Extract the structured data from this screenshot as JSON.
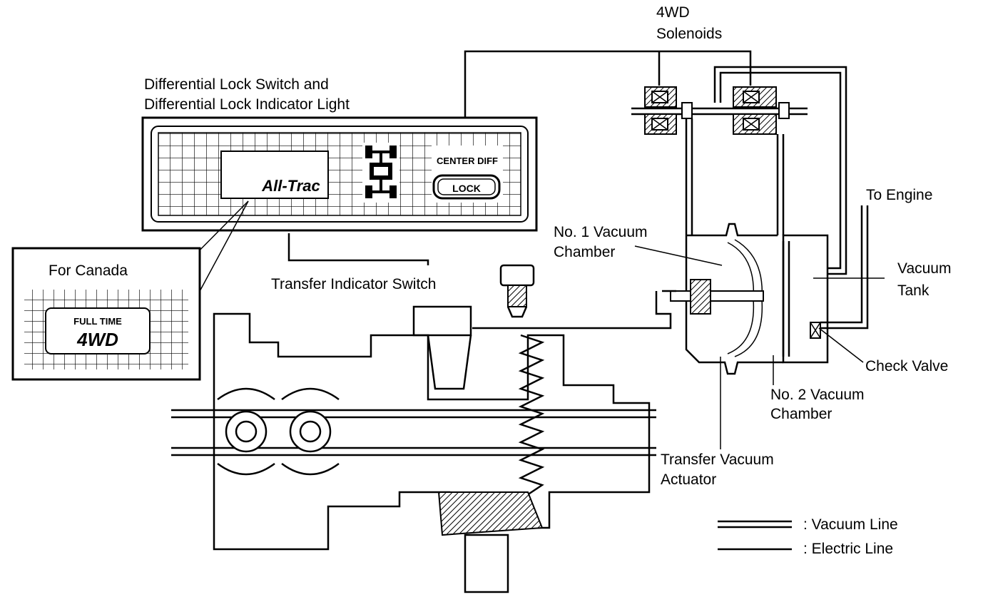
{
  "labels": {
    "solenoids_line1": "4WD",
    "solenoids_line2": "Solenoids",
    "diff_lock_line1": "Differential Lock Switch and",
    "diff_lock_line2": "Differential Lock Indicator Light",
    "for_canada": "For Canada",
    "transfer_indicator_switch": "Transfer Indicator Switch",
    "no1_chamber_line1": "No. 1 Vacuum",
    "no1_chamber_line2": "Chamber",
    "to_engine": "To Engine",
    "vacuum_tank_line1": "Vacuum",
    "vacuum_tank_line2": "Tank",
    "check_valve": "Check Valve",
    "no2_chamber_line1": "No. 2 Vacuum",
    "no2_chamber_line2": "Chamber",
    "actuator_line1": "Transfer Vacuum",
    "actuator_line2": "Actuator"
  },
  "panel": {
    "brand_logo": "All-Trac",
    "center_diff": "CENTER DIFF",
    "lock_button": "LOCK"
  },
  "canada_panel": {
    "line1": "FULL TIME",
    "line2": "4WD"
  },
  "legend": {
    "vacuum_line": ": Vacuum Line",
    "electric_line": ": Electric Line"
  }
}
